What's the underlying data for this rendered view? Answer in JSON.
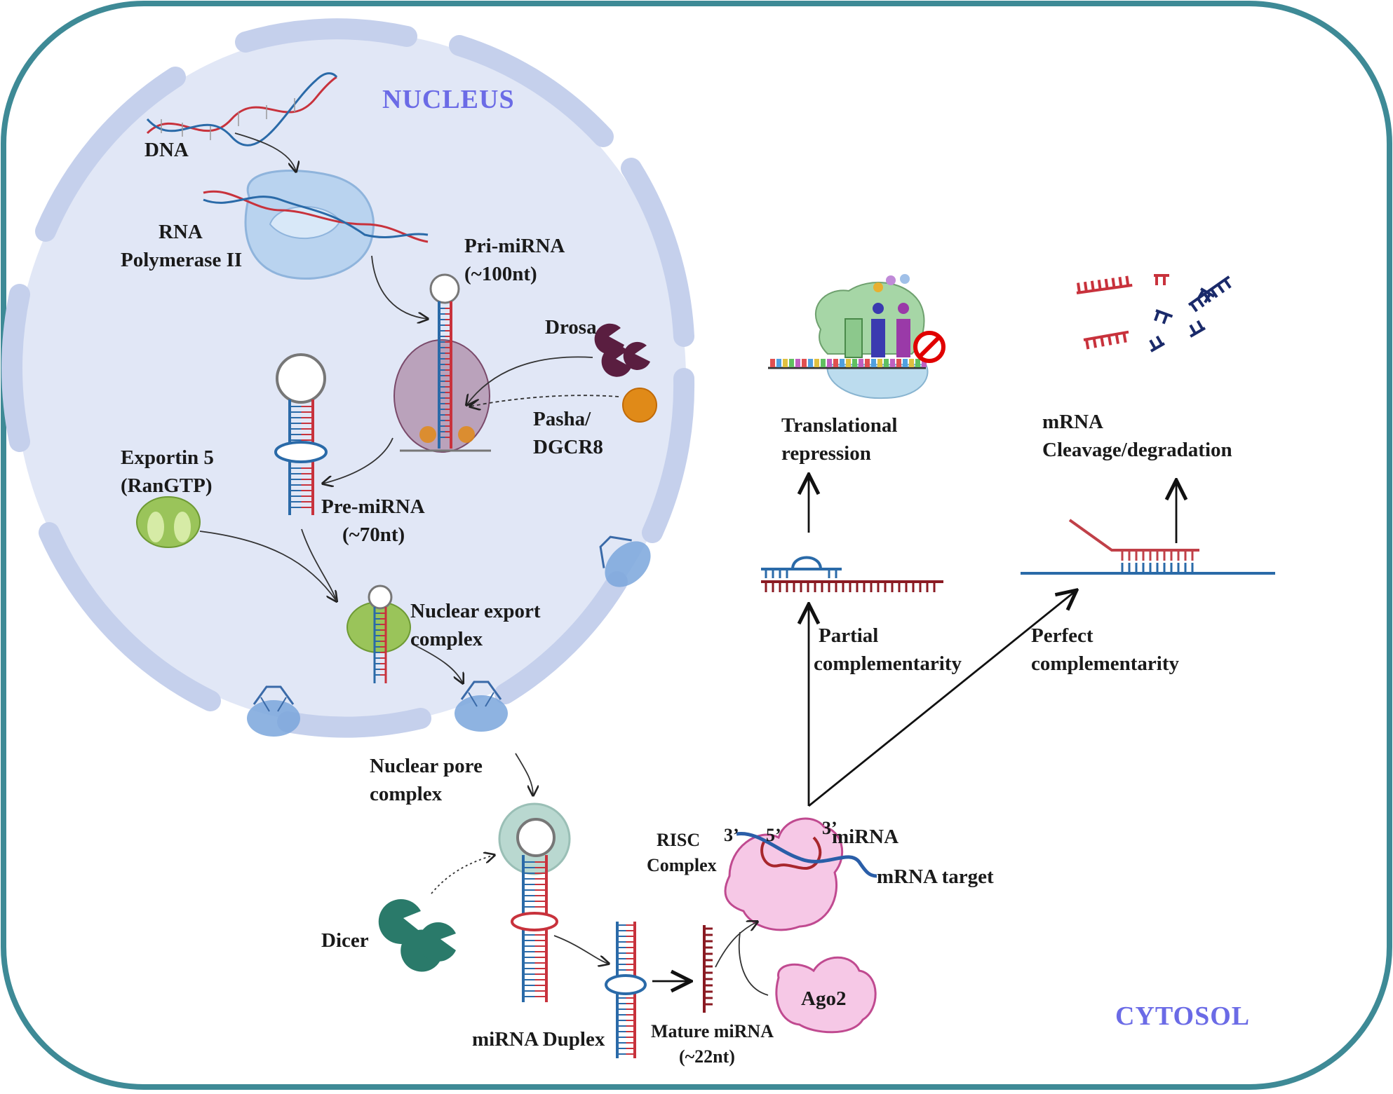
{
  "regions": {
    "nucleus": "NUCLEUS",
    "cytosol": "CYTOSOL"
  },
  "labels": {
    "dna": "DNA",
    "rna_pol_1": "RNA",
    "rna_pol_2": "Polymerase II",
    "pri_mirna_1": "Pri-miRNA",
    "pri_mirna_2": "(~100nt)",
    "drosa": "Drosa",
    "pasha_1": "Pasha/",
    "pasha_2": "DGCR8",
    "exportin_1": "Exportin 5",
    "exportin_2": "(RanGTP)",
    "pre_mirna_1": "Pre-miRNA",
    "pre_mirna_2": "(~70nt)",
    "nuc_export_1": "Nuclear export",
    "nuc_export_2": "complex",
    "nuc_pore_1": "Nuclear pore",
    "nuc_pore_2": "complex",
    "dicer": "Dicer",
    "mirna_duplex": "miRNA Duplex",
    "mature_1": "Mature miRNA",
    "mature_2": "(~22nt)",
    "ago2": "Ago2",
    "risc_1": "RISC",
    "risc_2": "Complex",
    "three_prime_a": "3’",
    "five_prime": "5’",
    "three_prime_b": "3’",
    "mirna": "miRNA",
    "mrna_target": "mRNA target",
    "partial_1": "Partial",
    "partial_2": "complementarity",
    "perfect_1": "Perfect",
    "perfect_2": "complementarity",
    "transl_1": "Translational",
    "transl_2": "repression",
    "cleave_1": "mRNA",
    "cleave_2": "Cleavage/degradation"
  },
  "colors": {
    "cell_border": "#3e8a96",
    "nucleus_fill": "#e1e7f6",
    "envelope": "#c5d0ec",
    "strand_red": "#c8323c",
    "strand_blue": "#2a6aa8",
    "drosha_purple": "#5a1e40",
    "pasha_orange": "#e08a18",
    "dicer_teal": "#2a7a6a",
    "ago_pink": "#f6c8e6",
    "exportin_green": "#9ac45a",
    "region_text": "#6b6be6"
  }
}
